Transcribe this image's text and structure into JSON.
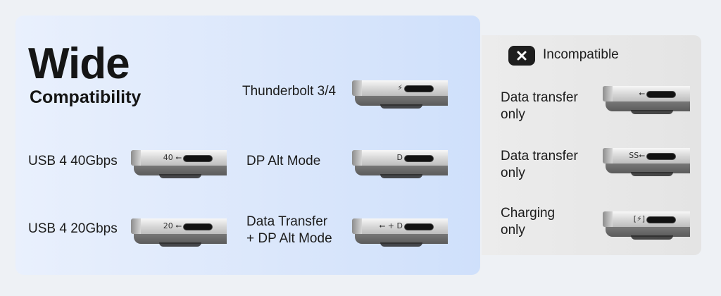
{
  "heading": {
    "title": "Wide",
    "subtitle": "Compatibility"
  },
  "compatible": [
    {
      "label": "Thunderbolt 3/4",
      "symbol": "⚡",
      "icon": "thunderbolt-icon"
    },
    {
      "label": "USB 4 40Gbps",
      "symbol": "40 ⭠",
      "icon": "usb-icon"
    },
    {
      "label": "DP Alt Mode",
      "symbol": "D",
      "icon": "displayport-icon"
    },
    {
      "label": "USB 4 20Gbps",
      "symbol": "20 ⭠",
      "icon": "usb-icon"
    },
    {
      "label": "Data Transfer\n+ DP Alt Mode",
      "symbol": "⭠ + D",
      "icon": "usb-displayport-icon"
    }
  ],
  "incompatible": {
    "header": "Incompatible",
    "items": [
      {
        "label": "Data transfer\nonly",
        "symbol": "⭠",
        "icon": "usb-icon"
      },
      {
        "label": "Data transfer\nonly",
        "symbol": "SS⭠",
        "icon": "usb-superspeed-icon"
      },
      {
        "label": "Charging\nonly",
        "symbol": "[⚡]",
        "icon": "battery-charging-icon"
      }
    ]
  }
}
